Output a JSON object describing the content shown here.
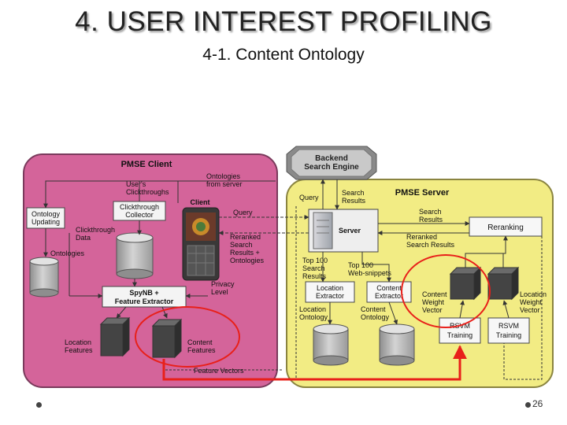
{
  "slide": {
    "title": "4. USER INTEREST PROFILING",
    "subtitle": "4-1. Content Ontology",
    "page_number": "26"
  },
  "diagram": {
    "client_title": "PMSE Client",
    "server_title": "PMSE Server",
    "backend": [
      "Backend",
      "Search Engine"
    ],
    "ontology_updating": [
      "Ontology",
      "Updating"
    ],
    "clickthrough_collector": [
      "Clickthrough",
      "Collector"
    ],
    "client_label": "Client",
    "server_label": "Server",
    "reranking": "Reranking",
    "spynb": [
      "SpyNB +",
      "Feature Extractor"
    ],
    "location_extractor": [
      "Location",
      "Extractor"
    ],
    "content_extractor": [
      "Content",
      "Extractor"
    ],
    "rsvm_training_1": [
      "RSVM",
      "Training"
    ],
    "rsvm_training_2": [
      "RSVM",
      "Training"
    ],
    "labels": {
      "users_clickthroughs": [
        "User's",
        "Clickthroughs"
      ],
      "ontologies_from_server": [
        "Ontologies",
        "from server"
      ],
      "query_client": "Query",
      "clickthrough_data": [
        "Clickthrough",
        "Data"
      ],
      "ontologies": "Ontologies",
      "reranked_results_ontologies": [
        "Reranked",
        "Search",
        "Results +",
        "Ontologies"
      ],
      "privacy_level": [
        "Privacy",
        "Level"
      ],
      "location_features": [
        "Location",
        "Features"
      ],
      "content_features": [
        "Content",
        "Features"
      ],
      "feature_vectors": "Feature Vectors",
      "query_server": "Query",
      "search_results_top": [
        "Search",
        "Results"
      ],
      "search_results_right": [
        "Search",
        "Results"
      ],
      "reranked_search_results": [
        "Reranked",
        "Search Results"
      ],
      "top100_search_results": [
        "Top 100",
        "Search",
        "Results"
      ],
      "top100_web_snippets": [
        "Top 100",
        "Web-snippets"
      ],
      "location_ontology": [
        "Location",
        "Ontology"
      ],
      "content_ontology": [
        "Content",
        "Ontology"
      ],
      "content_weight_vector": [
        "Content",
        "Weight",
        "Vector"
      ],
      "location_weight_vector": [
        "Location",
        "Weight",
        "Vector"
      ]
    },
    "colors": {
      "client_bg": "#d4649a",
      "server_bg": "#f2ec84",
      "highlight": "#e8201a",
      "box_border": "#444444"
    }
  }
}
